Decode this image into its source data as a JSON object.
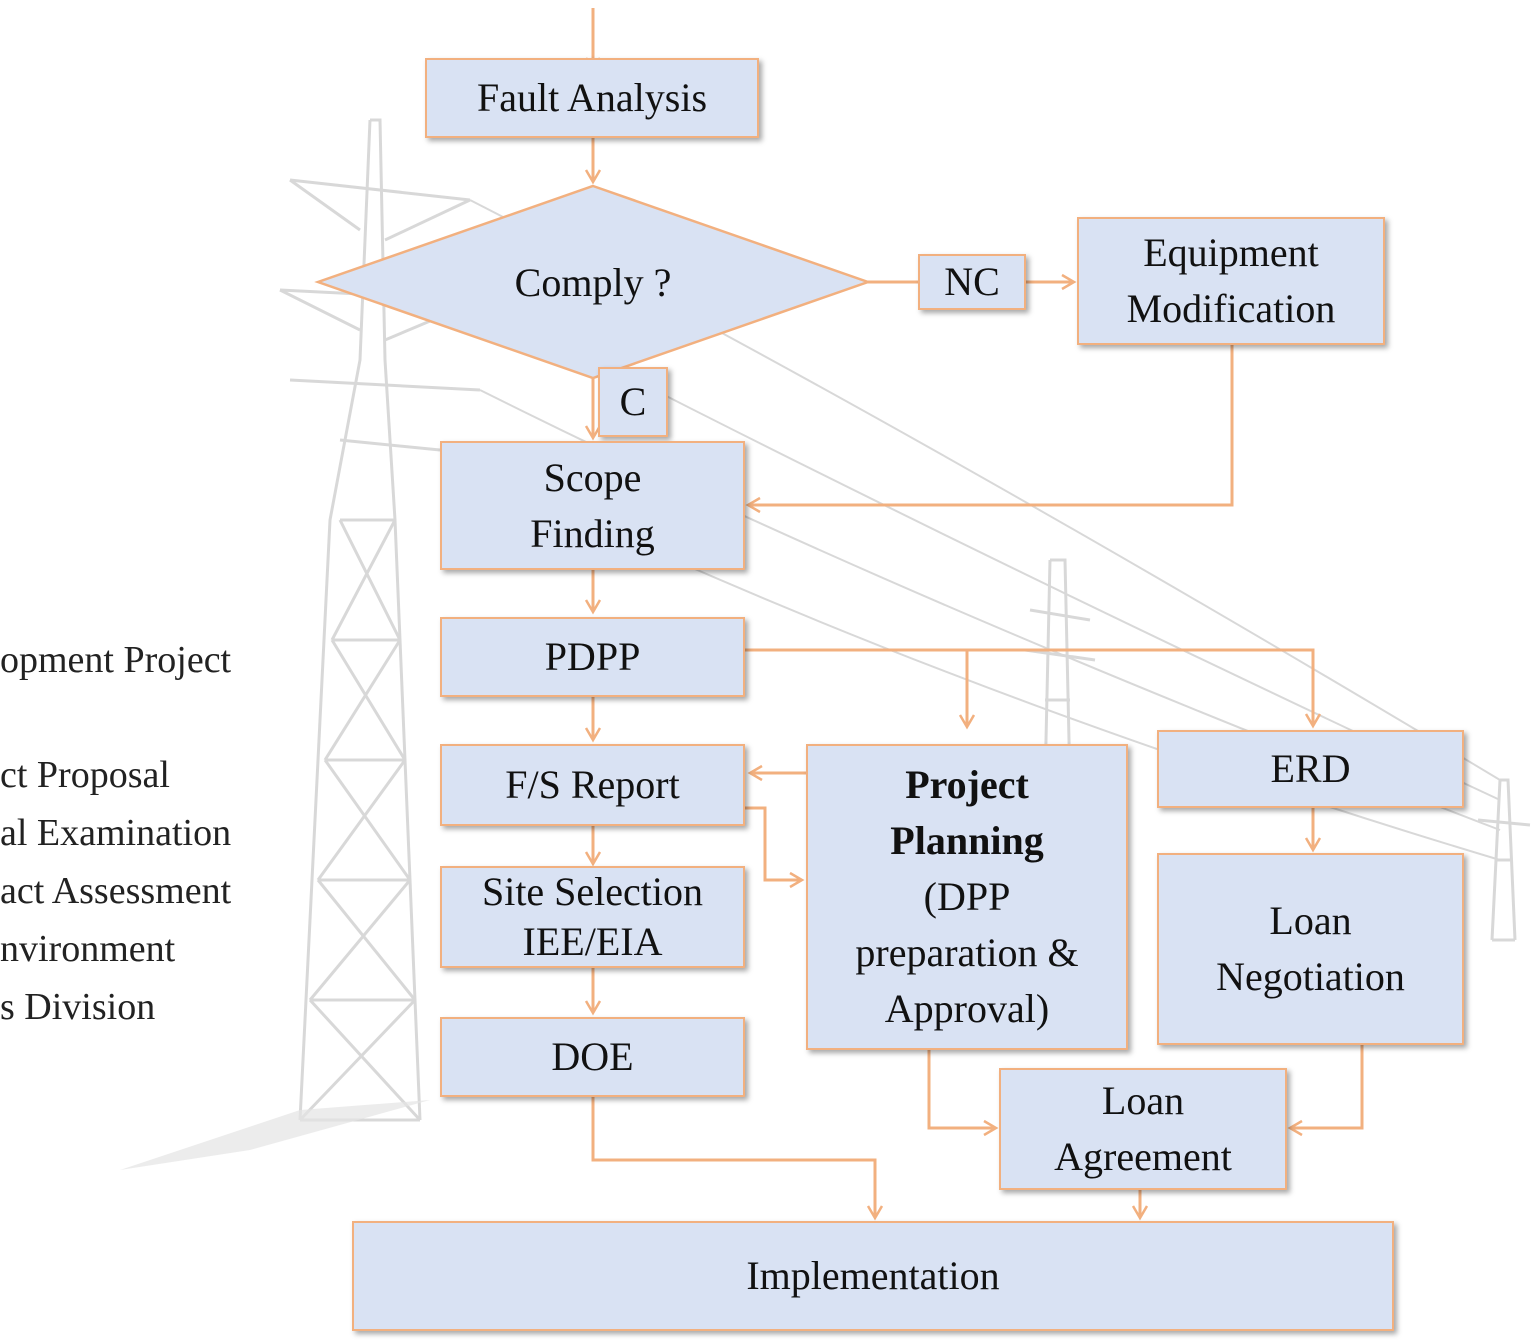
{
  "nodes": {
    "fault_analysis": "Fault Analysis",
    "comply": "Comply ?",
    "nc": "NC",
    "c": "C",
    "equipment_modification": [
      "Equipment",
      "Modification"
    ],
    "scope_finding": [
      "Scope",
      "Finding"
    ],
    "pdpp": "PDPP",
    "fs_report": "F/S Report",
    "site_selection": [
      "Site Selection",
      "IEE/EIA"
    ],
    "doe": "DOE",
    "project_planning": {
      "bold_lines": [
        "Project",
        "Planning"
      ],
      "lines": [
        "(DPP",
        "preparation &",
        "Approval)"
      ]
    },
    "erd": "ERD",
    "loan_negotiation": [
      "Loan",
      "Negotiation"
    ],
    "loan_agreement": [
      "Loan",
      "Agreement"
    ],
    "implementation": "Implementation"
  },
  "side_text": [
    "opment Project",
    "ct Proposal",
    "al Examination",
    "act Assessment",
    "nvironment",
    "s Division"
  ],
  "colors": {
    "box_fill": "#d9e2f3",
    "box_border": "#f2b07f",
    "arrow": "#f2b07f"
  }
}
